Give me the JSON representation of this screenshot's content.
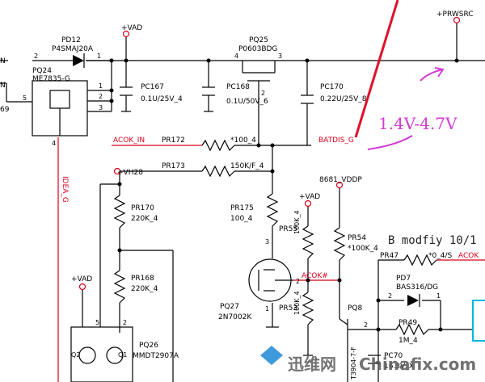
{
  "colors": {
    "wire": "#000000",
    "net_red": "#d8001c",
    "annotation_pink": "#d43cd4",
    "annotation_red": "#e0102a",
    "cyan_box": "#00b8e0"
  },
  "nets": {
    "vad_1": "+VAD",
    "vad_2": "+VAD",
    "vad_3": "+VAD",
    "prwsrc": "+PRWSRC",
    "vh28": "+VH28",
    "vddp": "8681_VDDP",
    "acok_in": "ACOK_IN",
    "batdis": "BATDIS_G",
    "acok_hash": "ACOK#",
    "idea_g": "IDEA_G",
    "acok_right": "ACOK",
    "left_n1": "N",
    "left_n2": "N",
    "left_69": "69"
  },
  "components": {
    "pd12": {
      "ref": "PD12",
      "value": "P4SMAJ20A"
    },
    "pq24": {
      "ref": "PQ24",
      "value": "ME7835-G"
    },
    "pq25": {
      "ref": "PQ25",
      "value": "P0603BDG"
    },
    "pc167": {
      "ref": "PC167",
      "value": "0.1U/25V_4"
    },
    "pc168": {
      "ref": "PC168",
      "value": "0.1U/50V_6"
    },
    "pc170": {
      "ref": "PC170",
      "value": "0.22U/25V_8"
    },
    "pr172": {
      "ref": "PR172",
      "value": "*100_4"
    },
    "pr173": {
      "ref": "PR173",
      "value": "150K/F_4"
    },
    "pr175": {
      "ref": "PR175",
      "value": "100_4"
    },
    "pr170": {
      "ref": "PR170",
      "value": "220K_4"
    },
    "pr168": {
      "ref": "PR168",
      "value": "220K_4"
    },
    "pr55": {
      "ref": "PR55",
      "value": "100K_4"
    },
    "pr53": {
      "ref": "PR53",
      "value": "100K_4"
    },
    "pr54": {
      "ref": "PR54",
      "value": "*100K_4"
    },
    "pr47": {
      "ref": "PR47",
      "value": "*0_4/S"
    },
    "pd7": {
      "ref": "PD7",
      "value": "BAS316/DG"
    },
    "pr49": {
      "ref": "PR49",
      "value": "1M_4"
    },
    "pq27": {
      "ref": "PQ27",
      "value": "2N7002K"
    },
    "pq26": {
      "ref": "PQ26",
      "value": "MMDT2907A"
    },
    "pq8": {
      "ref": "PQ8",
      "value": "T3904-7-F"
    },
    "pc70": {
      "ref": "PC70",
      "value": "16.3V_X"
    }
  },
  "pins": {
    "pd12_1": "1",
    "pd12_2": "2",
    "pq24_5": "5",
    "pq24_1": "1",
    "pq24_2": "2",
    "pq24_3": "3",
    "pq24_4": "4",
    "pq25_4": "4",
    "pq25_3": "3",
    "pq25_2": "2",
    "pq27_3": "3",
    "pq27_2": "2",
    "pq27_1": "1",
    "pq8_2": "2",
    "pq26_q1": "Q1",
    "pq26_q2": "Q2",
    "pq26_5": "5",
    "pq26_2": "2",
    "pd7_1": "1",
    "pd7_2": "2"
  },
  "annotations": {
    "voltage": "1.4V-4.7V",
    "modify": "B modfiy 10/1"
  },
  "watermark": {
    "text": "迅维网",
    "domain": "Chinafix.com"
  }
}
